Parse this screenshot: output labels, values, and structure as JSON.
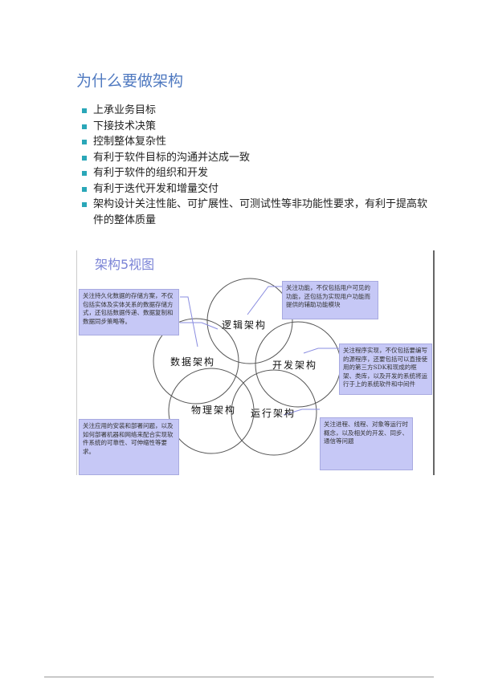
{
  "title": "为什么要做架构",
  "bullets": [
    "上承业务目标",
    "下接技术决策",
    "控制整体复杂性",
    "有利于软件目标的沟通并达成一致",
    "有利于软件的组织和开发",
    "有利于迭代开发和增量交付",
    "架构设计关注性能、可扩展性、可测试性等非功能性要求，有利于提高软件的整体质量"
  ],
  "figure": {
    "title": "架构5视图",
    "views": {
      "logic": "逻辑架构",
      "data": "数据架构",
      "dev": "开发架构",
      "physical": "物理架构",
      "runtime": "运行架构"
    },
    "notes": {
      "data": "关注持久化数据的存储方案，不仅包括实体及实体关系的数据存储方式，还包括数据传递、数据复制和数据同步策略等。",
      "logic": "关注功能，不仅包括用户可见的功能，还包括为实现用户功能而提供的辅助功能模块",
      "dev": "关注程序实现，不仅包括要编写的源程序，还要包括可以直接使用的第三方SDK和现成的框架、类库，以及开发的系统将运行于上的系统软件和中间件",
      "physical": "关注应用的安装和部署问题，以及如何部署机器和网络来配合实现软件系统的可靠性、可伸缩性等要求。",
      "runtime": "关注进程、线程、对象等运行时概念，以及相关的开发、同步、通信等问题"
    }
  }
}
